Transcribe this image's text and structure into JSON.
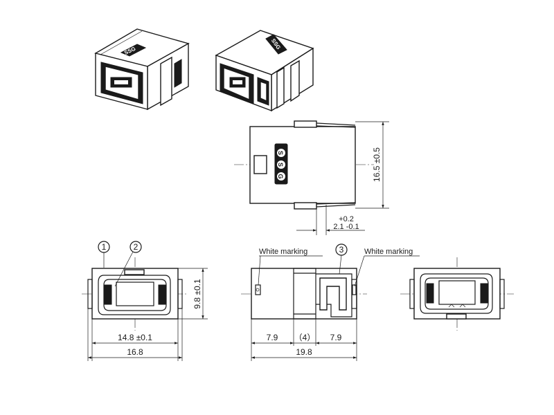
{
  "logo_text": "SSG",
  "dimensions": {
    "height_overall": "16.5 ±0.5",
    "tab_tol_upper": "+0.2",
    "tab_nominal": "2.1 -0.1",
    "end_height": "9.8 ±0.1",
    "inner_width": "14.8 ±0.1",
    "overall_width": "16.8",
    "side_left": "7.9",
    "side_mid": "（4）",
    "side_right": "7.9",
    "overall_length": "19.8"
  },
  "callouts": {
    "one": "1",
    "two": "2",
    "three": "3"
  },
  "labels": {
    "white_marking_1": "White marking",
    "white_marking_2": "White marking"
  }
}
